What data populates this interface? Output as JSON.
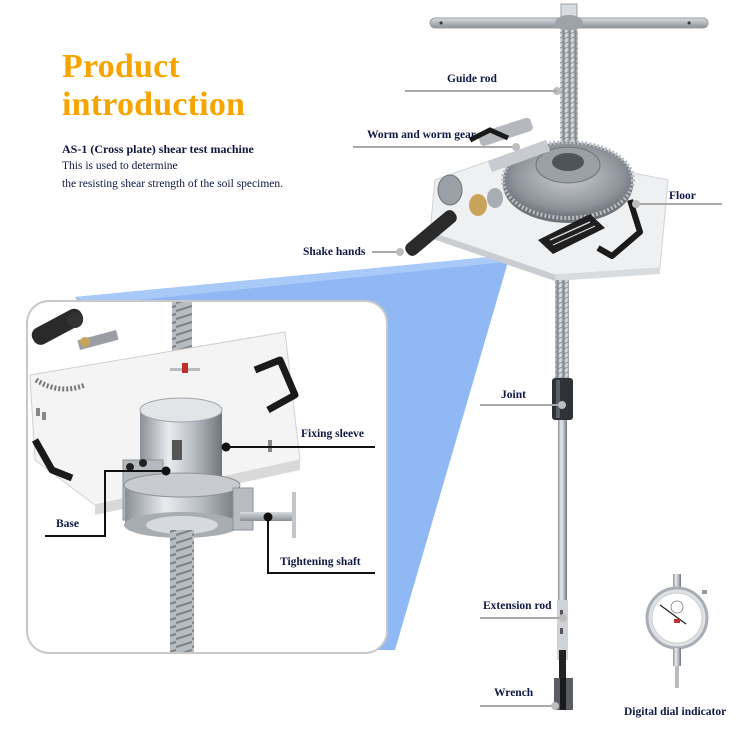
{
  "header": {
    "title_line1": "Product",
    "title_line2": "introduction",
    "subtitle": "AS-1 (Cross plate) shear test machine",
    "description_line1": "This is used to determine",
    "description_line2": "the resisting shear strength of the soil specimen."
  },
  "colors": {
    "title": "#f5a400",
    "label_text": "#101845",
    "callout_grey": "#a9a9a9",
    "beam_blue": "#8fb8f5",
    "inset_border": "#c8c8c8"
  },
  "main_callouts": [
    {
      "id": "guide-rod",
      "label": "Guide rod"
    },
    {
      "id": "worm-gear",
      "label": "Worm and worm gear"
    },
    {
      "id": "floor",
      "label": "Floor"
    },
    {
      "id": "shake-hands",
      "label": "Shake hands"
    },
    {
      "id": "joint",
      "label": "Joint"
    },
    {
      "id": "extension-rod",
      "label": "Extension rod"
    },
    {
      "id": "wrench",
      "label": "Wrench"
    }
  ],
  "inset_callouts": [
    {
      "id": "fixing-sleeve",
      "label": "Fixing sleeve"
    },
    {
      "id": "base",
      "label": "Base"
    },
    {
      "id": "tightening-shaft",
      "label": "Tightening shaft"
    }
  ],
  "accessory": {
    "label": "Digital dial indicator"
  }
}
